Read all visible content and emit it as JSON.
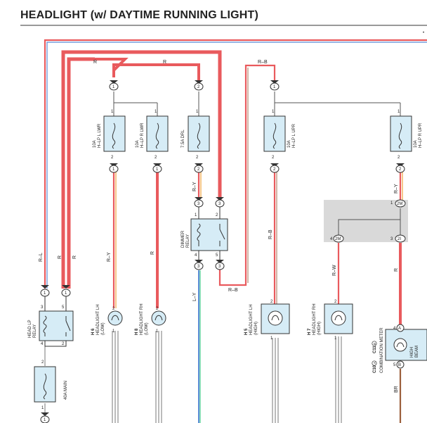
{
  "title": "HEADLIGHT (w/ DAYTIME RUNNING LIGHT)",
  "colors": {
    "red": "#e95a5d",
    "orange": "#f0a23c",
    "blue": "#5b8dd6",
    "green": "#43c98f",
    "brown": "#9b5f3c",
    "component_fill": "#d6ecf6",
    "shade": "#d9d9d9"
  },
  "wires": {
    "r": "R",
    "r_l": "R–L",
    "r_b": "R–B",
    "r_y": "R–Y",
    "r_w": "R–W",
    "l_y": "L–Y",
    "br": "BR"
  },
  "components": {
    "fuse_hlp_l_lwr": [
      "10A",
      "H–LP L LWR"
    ],
    "fuse_hlp_r_lwr": [
      "10A",
      "H–LP R LWR"
    ],
    "fuse_drl": "7.5A DRL",
    "fuse_hlp_l_upr": [
      "10A",
      "H–LP L UPR"
    ],
    "fuse_hlp_r_upr": [
      "10A",
      "H–LP R UPR"
    ],
    "fuse_main": "40A MAIN",
    "dimmer_relay": [
      "DIMMER",
      "RELAY"
    ],
    "head_lp_relay": [
      "HEAD LP",
      "RELAY"
    ],
    "h6": {
      "code": "H 6",
      "name": "HEADLIGHT LH",
      "mode": "(LOW)"
    },
    "h8": {
      "code": "H 8",
      "name": "HEADLIGHT RH",
      "mode": "(LOW)"
    },
    "h5": {
      "code": "H 5",
      "name": "HEADLIGHT LH",
      "mode": "(HIGH)"
    },
    "h7": {
      "code": "H 7",
      "name": "HEADLIGHT RH",
      "mode": "(HIGH)"
    },
    "combination_meter": {
      "codes": [
        "C10",
        "A",
        "C11",
        "B"
      ],
      "name": "COMBINATION METER",
      "indicator": [
        "HIGH",
        "BEAM"
      ]
    }
  },
  "pins": {
    "p1": "1",
    "p2": "2",
    "p3": "3",
    "p4": "4",
    "p5": "5",
    "p1m": "1",
    "p2m": "2",
    "p2m_shade": "2M",
    "p2i": "2I",
    "connA": "A",
    "connB": "B"
  }
}
